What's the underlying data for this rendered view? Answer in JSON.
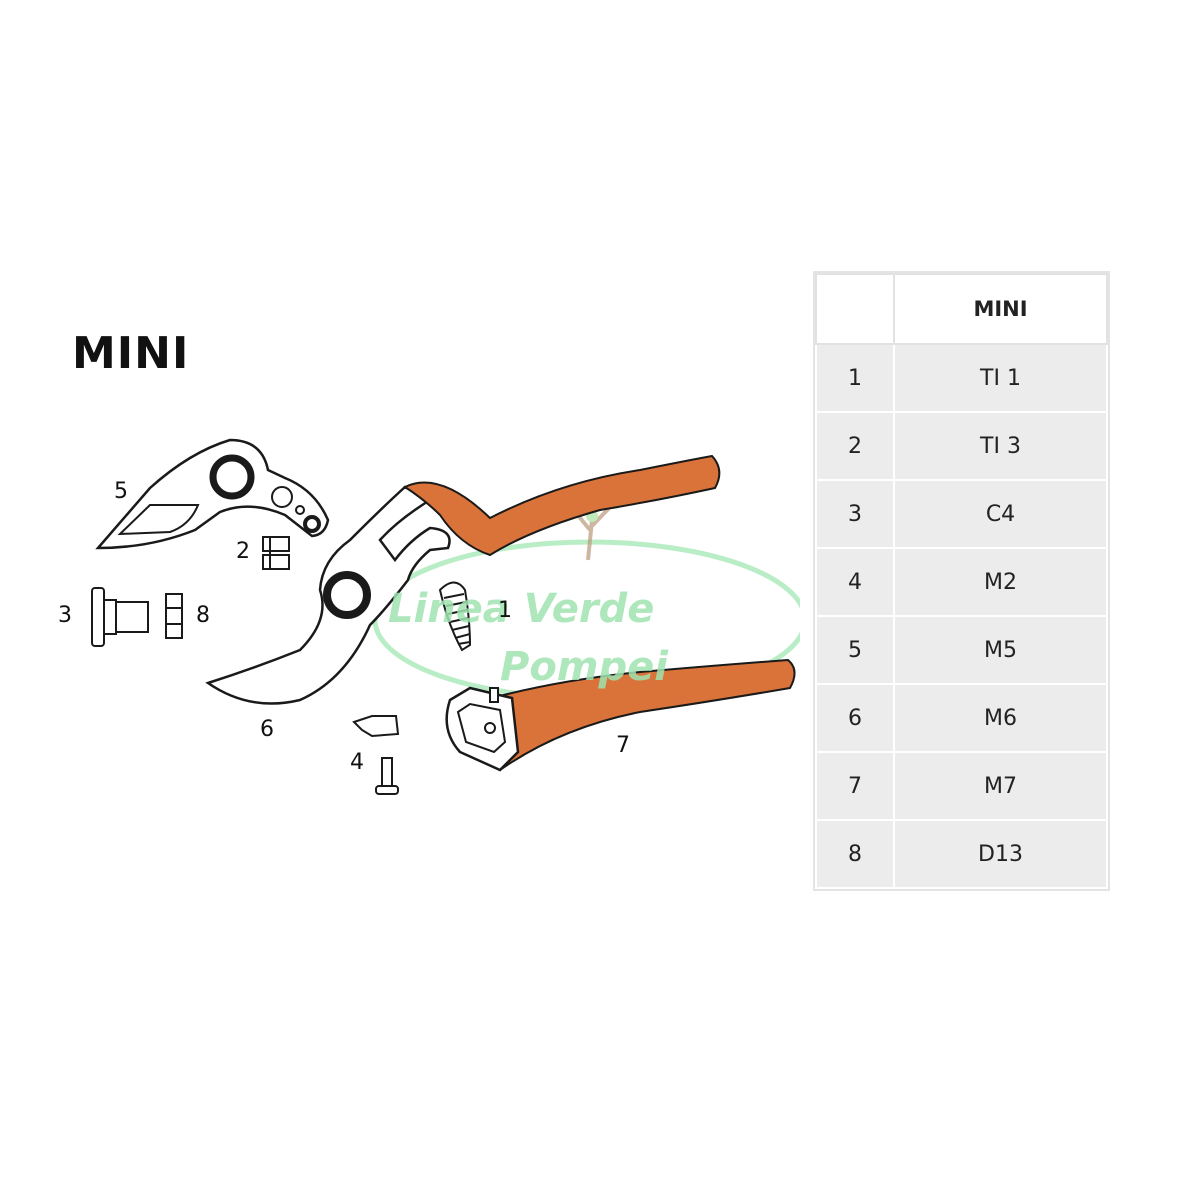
{
  "title": "MINI",
  "watermark": {
    "line1": "Linea Verde",
    "line2": "Pompei"
  },
  "callouts": [
    "1",
    "2",
    "3",
    "4",
    "5",
    "6",
    "7",
    "8"
  ],
  "colors": {
    "handle": "#d9733a",
    "outline": "#1a1a1a",
    "watermark": "#9fe3b0",
    "table_row": "#ececec"
  },
  "table": {
    "header": [
      "",
      "MINI"
    ],
    "rows": [
      {
        "n": "1",
        "code": "TI 1"
      },
      {
        "n": "2",
        "code": "TI 3"
      },
      {
        "n": "3",
        "code": "C4"
      },
      {
        "n": "4",
        "code": "M2"
      },
      {
        "n": "5",
        "code": "M5"
      },
      {
        "n": "6",
        "code": "M6"
      },
      {
        "n": "7",
        "code": "M7"
      },
      {
        "n": "8",
        "code": "D13"
      }
    ]
  }
}
